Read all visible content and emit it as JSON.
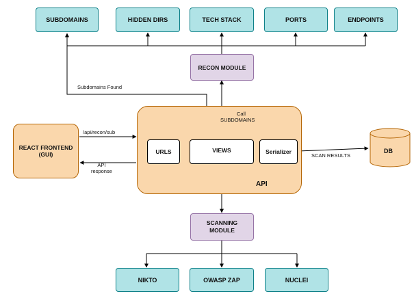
{
  "nodes": {
    "subdomains": "SUBDOMAINS",
    "hidden_dirs": "HIDDEN DIRS",
    "tech_stack": "TECH STACK",
    "ports": "PORTS",
    "endpoints": "ENDPOINTS",
    "recon_module": "RECON MODULE",
    "react_frontend_line1": "REACT FRONTEND",
    "react_frontend_line2": "(GUI)",
    "api": "API",
    "urls": "URLS",
    "views": "VIEWS",
    "serializer": "Serializer",
    "db": "DB",
    "scanning_module_line1": "SCANNING",
    "scanning_module_line2": "MODULE",
    "nikto": "NIKTO",
    "owasp_zap": "OWASP ZAP",
    "nuclei": "NUCLEI"
  },
  "edge_labels": {
    "subdomains_found": "Subdomains Found",
    "call_line1": "Call",
    "call_line2": "SUBDOMAINS",
    "api_recon_sub": "/api/recon/sub",
    "api_response_line1": "API",
    "api_response_line2": "response",
    "scan_results": "SCAN RESULTS"
  },
  "colors": {
    "output_fill": "#b0e3e6",
    "module_fill": "#e1d5e7",
    "api_fill": "#fad7ac"
  }
}
